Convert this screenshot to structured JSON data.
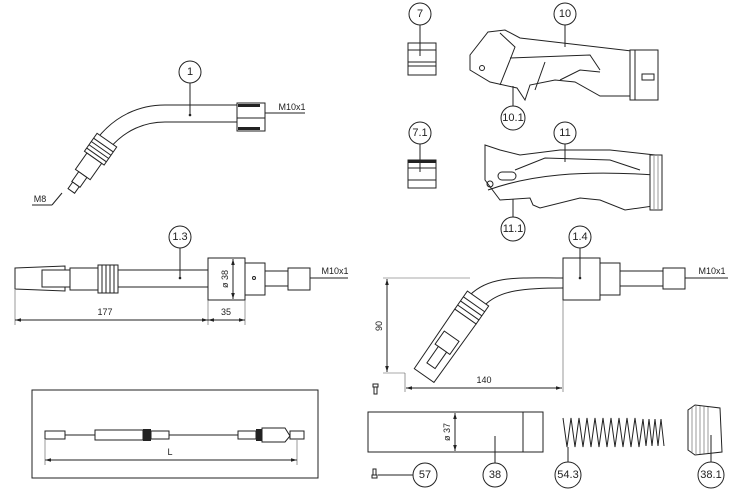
{
  "callouts": {
    "neck_45": "1",
    "neck_straight": "1.3",
    "neck_curved": "1.4",
    "insert_7": "7",
    "insert_7_1": "7.1",
    "handle_10": "10",
    "trigger_10_1": "10.1",
    "handle_11": "11",
    "trigger_11_1": "11.1",
    "screw": "57",
    "sleeve": "38",
    "spring": "54.3",
    "nut": "38.1"
  },
  "dimensions": {
    "thread_m10": "M10x1",
    "thread_m8": "M8",
    "straight_length": "177",
    "block_length": "35",
    "block_diameter": "ø 38",
    "cable_length": "L",
    "curved_height": "90",
    "curved_length": "140",
    "sleeve_diameter": "ø 37"
  }
}
